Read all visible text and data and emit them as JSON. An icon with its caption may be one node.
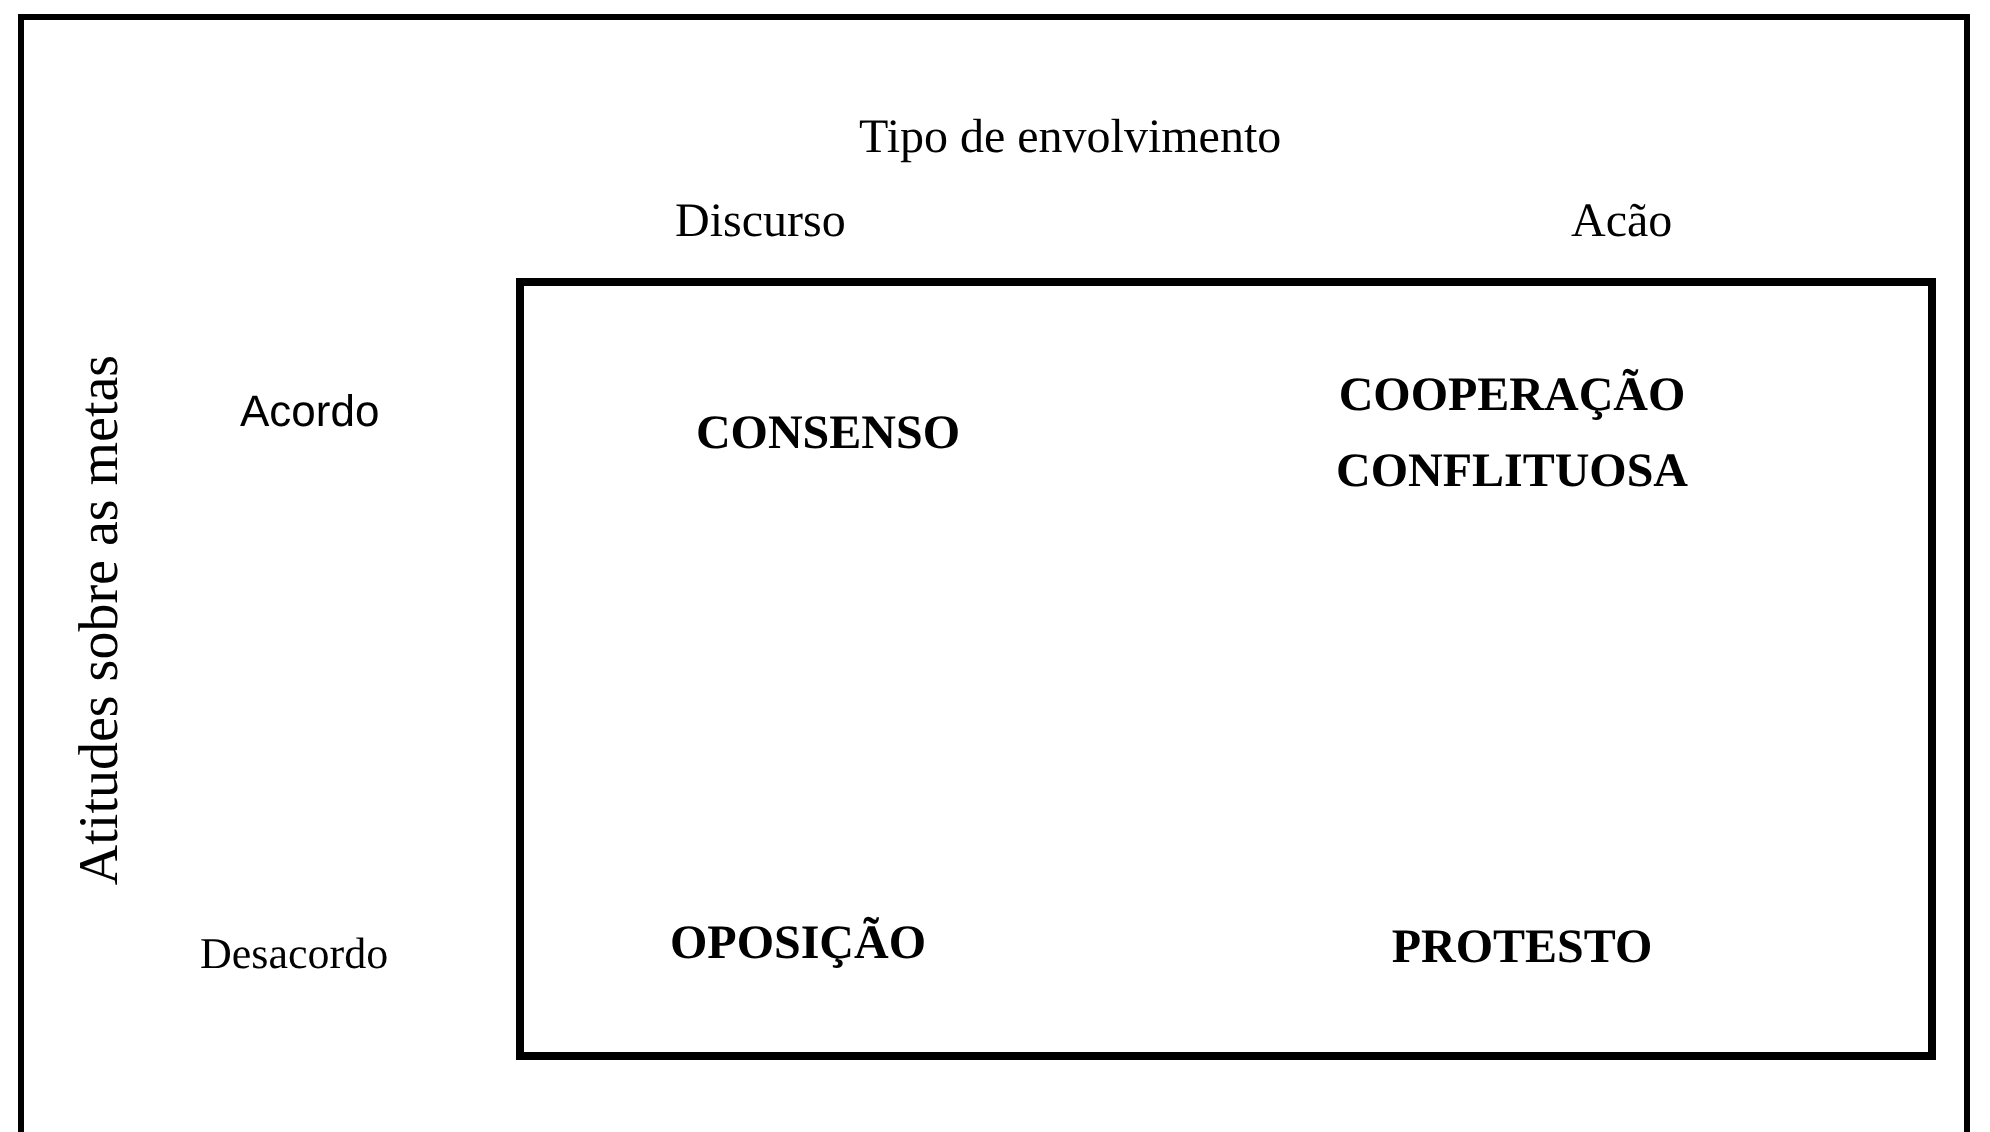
{
  "diagram": {
    "nodes": [
      {
        "text": [
          "CONSENSO",
          "COOPERAÇÃO CONFLITUOSA",
          "OPOSIÇÃO",
          "PROTESTO"
        ]
      }
    ],
    "labels": [
      "Tipo de envolvimento",
      "Discurso",
      "Acão",
      "Atitudes sobre as metas",
      "Acordo",
      "Desacordo"
    ]
  }
}
